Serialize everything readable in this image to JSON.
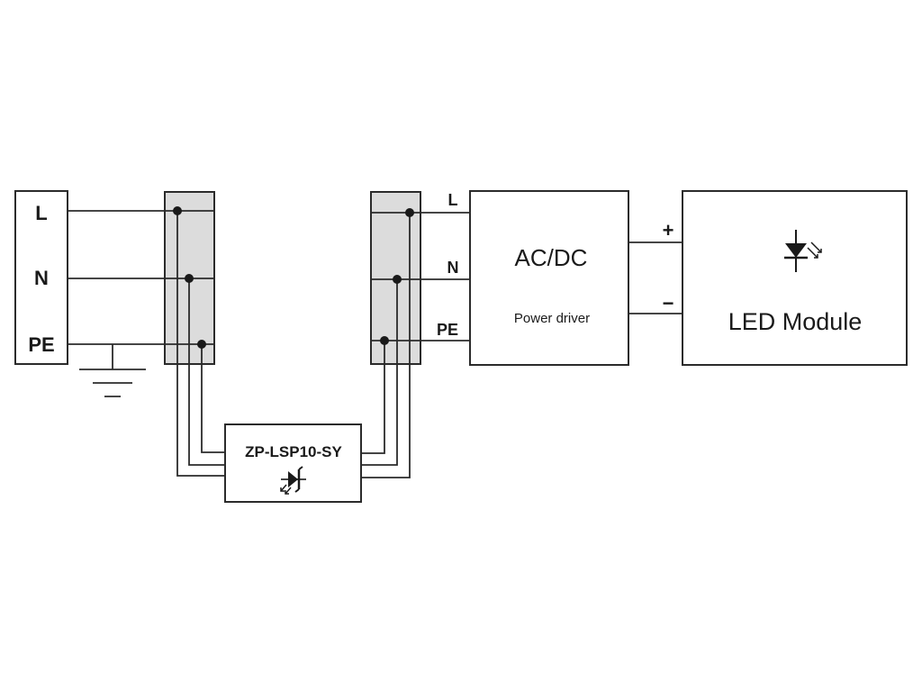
{
  "supply": {
    "l_label": "L",
    "n_label": "N",
    "pe_label": "PE"
  },
  "protector": {
    "model": "ZP-LSP10-SY"
  },
  "driver": {
    "title": "AC/DC",
    "subtitle": "Power driver",
    "l_label": "L",
    "n_label": "N",
    "pe_label": "PE",
    "plus_label": "+",
    "minus_label": "−"
  },
  "led": {
    "title": "LED Module"
  },
  "colors": {
    "line": "#2b2b2b",
    "terminal_fill": "#dcdcdc",
    "background": "#ffffff"
  },
  "icons": {
    "protector_symbol": "tvs-diode-icon",
    "led_symbol": "led-icon",
    "ground_symbol": "ground-icon"
  }
}
